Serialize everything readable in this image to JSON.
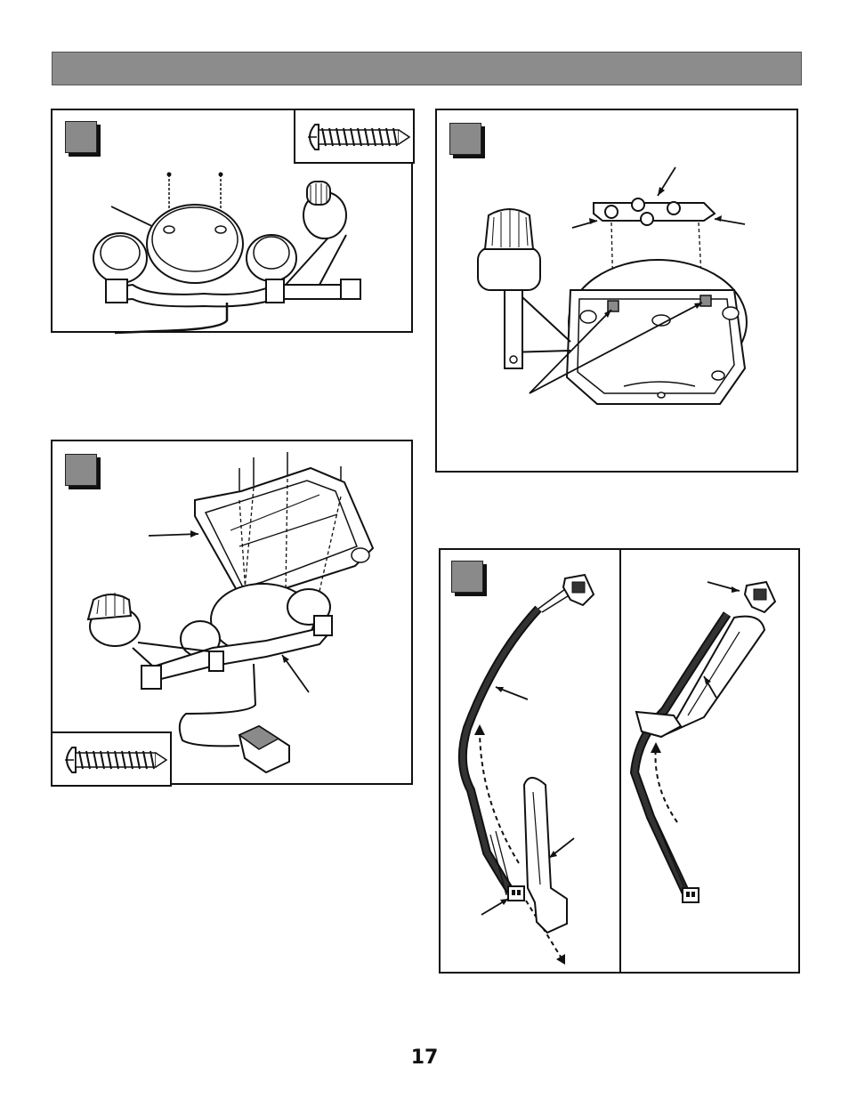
{
  "header": {
    "bar_color": "#8c8c8c"
  },
  "steps": [
    {
      "id": "step-a",
      "badge_color": "#8a8a8a",
      "hardware": "screw"
    },
    {
      "id": "step-b",
      "badge_color": "#8a8a8a"
    },
    {
      "id": "step-c",
      "badge_color": "#8a8a8a",
      "hardware": "screw"
    },
    {
      "id": "step-d",
      "badge_color": "#8a8a8a"
    }
  ],
  "footer": {
    "page_number": "17"
  },
  "colors": {
    "line": "#111111",
    "fill_gray": "#8a8a8a",
    "background": "#ffffff"
  }
}
